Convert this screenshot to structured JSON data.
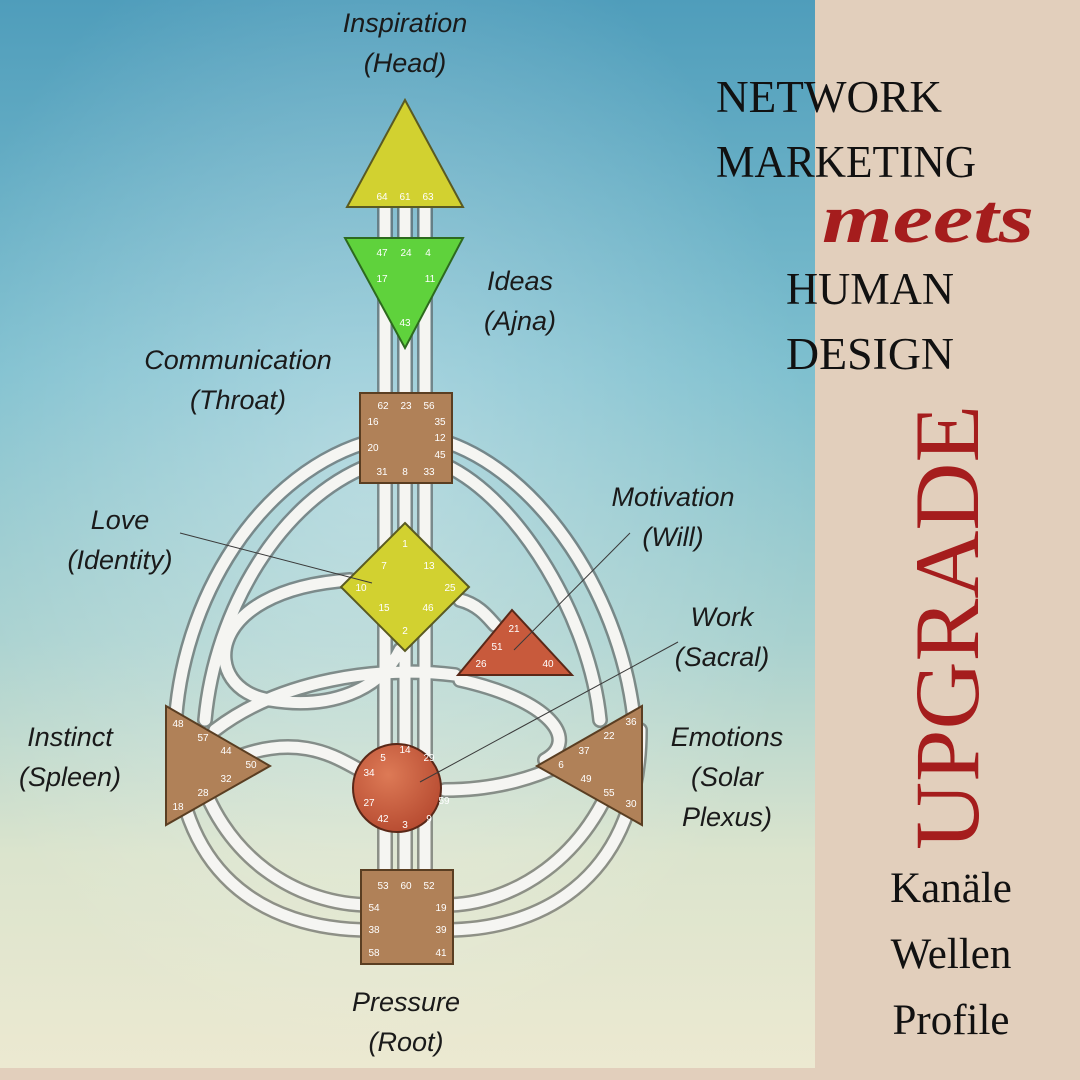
{
  "headline": {
    "line1": "NETWORK",
    "line2": "MARKETING",
    "script": "meets",
    "line3": "HUMAN",
    "line4": "DESIGN"
  },
  "upgrade": "UPGRADE",
  "topics": [
    "Kanäle",
    "Wellen",
    "Profile"
  ],
  "centers": {
    "head": {
      "name": "Inspiration",
      "sub": "(Head)",
      "gates": [
        "64",
        "61",
        "63"
      ]
    },
    "ajna": {
      "name": "Ideas",
      "sub": "(Ajna)",
      "gates": [
        "47",
        "24",
        "4",
        "17",
        "11",
        "43"
      ]
    },
    "throat": {
      "name": "Communication",
      "sub": "(Throat)",
      "gates": [
        "62",
        "23",
        "56",
        "16",
        "35",
        "20",
        "12",
        "45",
        "31",
        "8",
        "33"
      ]
    },
    "g": {
      "name": "Love",
      "sub": "(Identity)",
      "gates": [
        "1",
        "7",
        "13",
        "10",
        "25",
        "15",
        "46",
        "2"
      ]
    },
    "will": {
      "name": "Motivation",
      "sub": "(Will)",
      "gates": [
        "21",
        "51",
        "26",
        "40"
      ]
    },
    "sacral": {
      "name": "Work",
      "sub": "(Sacral)",
      "gates": [
        "5",
        "14",
        "29",
        "34",
        "27",
        "59",
        "42",
        "3",
        "9"
      ]
    },
    "spleen": {
      "name": "Instinct",
      "sub": "(Spleen)",
      "gates": [
        "48",
        "57",
        "44",
        "50",
        "32",
        "28",
        "18"
      ]
    },
    "solar": {
      "name": "Emotions",
      "sub": "(Solar",
      "sub2": "Plexus)",
      "gates": [
        "36",
        "22",
        "37",
        "6",
        "49",
        "55",
        "30"
      ]
    },
    "root": {
      "name": "Pressure",
      "sub": "(Root)",
      "gates": [
        "53",
        "60",
        "52",
        "54",
        "19",
        "38",
        "39",
        "58",
        "41"
      ]
    }
  },
  "colors": {
    "panel": "#e2cfbc",
    "accent_red": "#a51d1d",
    "head_yellow": "#d2d130",
    "ajna_green": "#5fd23c",
    "brown": "#b08158",
    "red_center": "#c85a3c"
  }
}
